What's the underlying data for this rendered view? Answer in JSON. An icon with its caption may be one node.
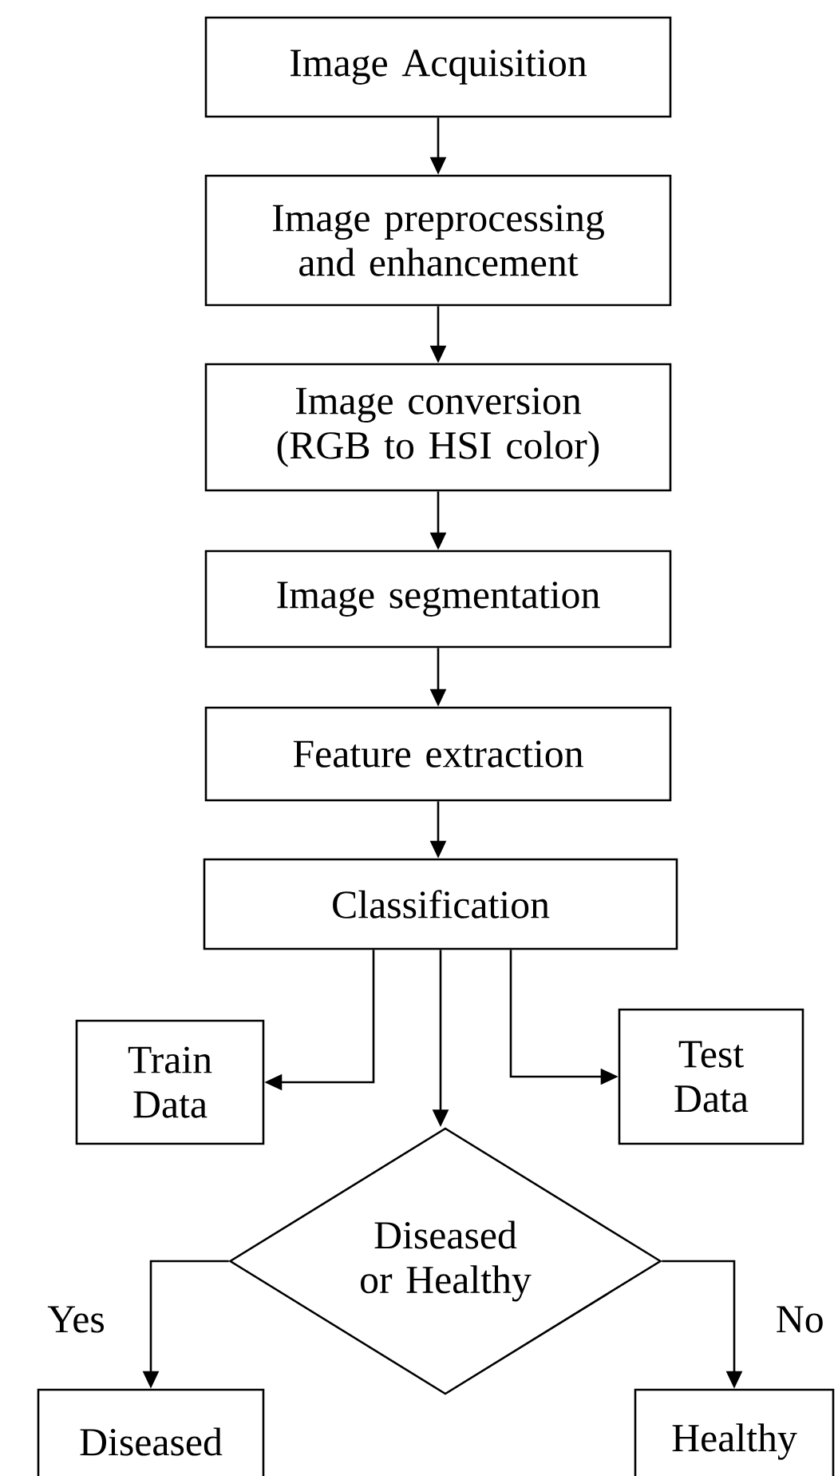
{
  "diagram": {
    "nodes": [
      {
        "text": [
          "Image Acquisition"
        ]
      },
      {
        "text": [
          "Image preprocessing and enhancement"
        ]
      },
      {
        "text": [
          "Image conversion (RGB to HSI color)"
        ]
      },
      {
        "text": [
          "Image segmentation"
        ]
      },
      {
        "text": [
          "Feature extraction"
        ]
      },
      {
        "text": [
          "Classification"
        ]
      },
      {
        "text": [
          "Train Data"
        ]
      },
      {
        "text": [
          "Test Data"
        ]
      },
      {
        "text": [
          "Diseased or Healthy"
        ]
      },
      {
        "text": [
          "Diseased"
        ]
      },
      {
        "text": [
          "Healthy"
        ]
      }
    ],
    "edges": [
      {
        "from": 0,
        "to": 1,
        "arrow": "to"
      },
      {
        "from": 1,
        "to": 2,
        "arrow": "to"
      },
      {
        "from": 2,
        "to": 3,
        "arrow": "to"
      },
      {
        "from": 3,
        "to": 4,
        "arrow": "to"
      },
      {
        "from": 4,
        "to": 5,
        "arrow": "to"
      },
      {
        "from": 5,
        "to": 6,
        "arrow": "to"
      },
      {
        "from": 5,
        "to": 7,
        "arrow": "to"
      },
      {
        "from": 5,
        "to": 8,
        "arrow": "to"
      },
      {
        "from": 8,
        "to": 9,
        "arrow": "to"
      },
      {
        "from": 8,
        "to": 10,
        "arrow": "to"
      }
    ],
    "labels": [
      "Yes",
      "No"
    ]
  }
}
